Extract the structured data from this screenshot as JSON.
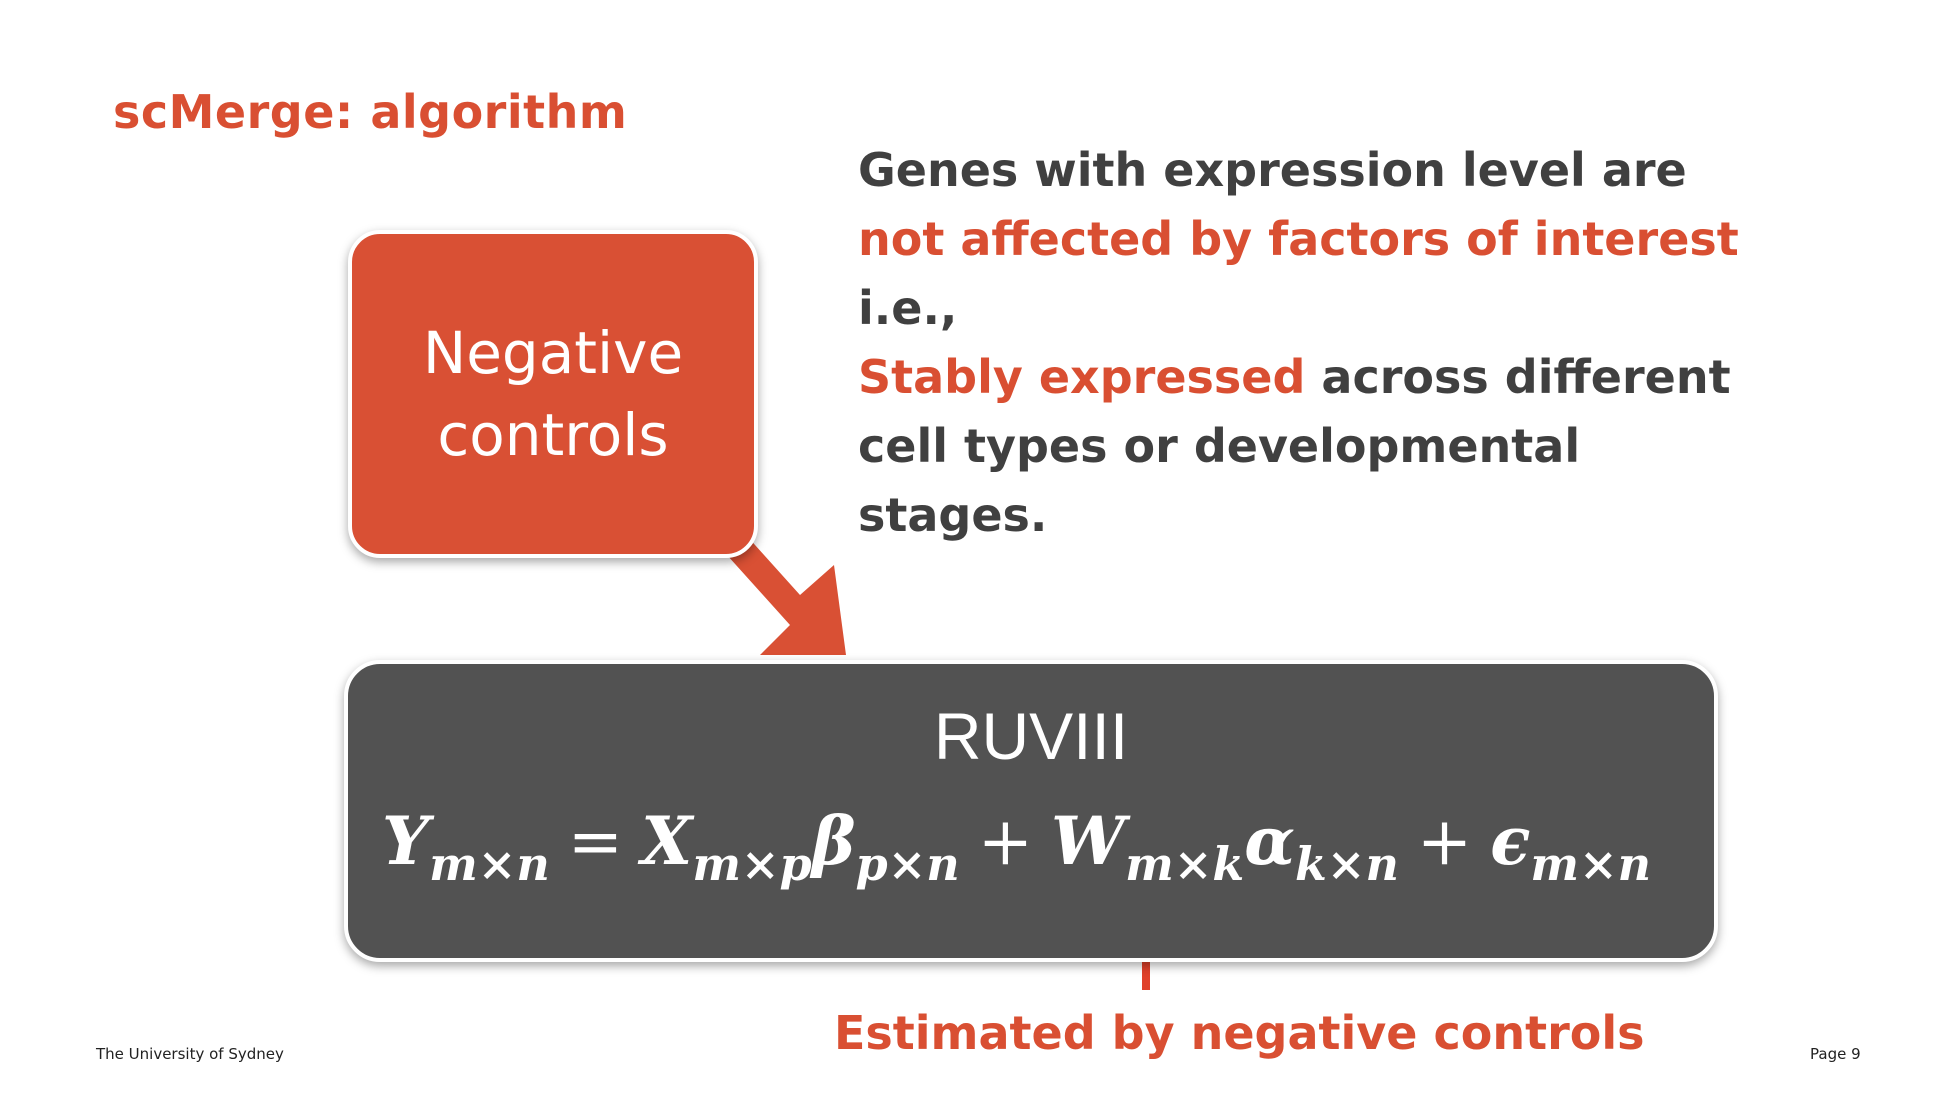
{
  "slide": {
    "title": "scMerge: algorithm",
    "description": {
      "line1": "Genes with expression level are",
      "line2": "not affected by factors of interest",
      "line3": "i.e.,",
      "line4_red": "Stably expressed",
      "line4_rest": " across different",
      "line5": "cell types or developmental",
      "line6": "stages."
    },
    "negative_controls": {
      "line1": "Negative",
      "line2": "controls"
    },
    "ruv": {
      "title": "RUVIII",
      "equation": {
        "Y": "Y",
        "Y_sub": "m×n",
        "equals": "=",
        "X": "X",
        "X_sub": "m×p",
        "beta": "β",
        "beta_sub": "p×n",
        "plus1": "+",
        "W": "W",
        "W_sub": "m×k",
        "alpha": "α",
        "alpha_sub": "k×n",
        "plus2": "+",
        "eps": "ϵ",
        "eps_sub": "m×n"
      }
    },
    "annotation": "Estimated by negative controls",
    "footer": {
      "institution": "The University of Sydney",
      "page": "Page 9"
    },
    "colors": {
      "accent": "#d94f32",
      "text_dark": "#404040",
      "box_gray": "#525252"
    }
  }
}
